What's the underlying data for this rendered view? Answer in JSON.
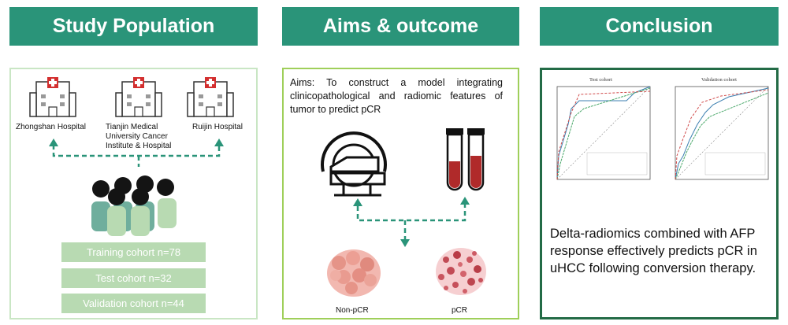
{
  "headers": {
    "study": "Study Population",
    "aims": "Aims & outcome",
    "conclusion": "Conclusion"
  },
  "hospitals": [
    {
      "name": "Zhongshan Hospital"
    },
    {
      "name": "Tianjin Medical University Cancer Institute & Hospital"
    },
    {
      "name": "Ruijin Hospital"
    }
  ],
  "cohorts": [
    {
      "label": "Training cohort n=78"
    },
    {
      "label": "Test cohort n=32"
    },
    {
      "label": "Validation cohort n=44"
    }
  ],
  "aims": {
    "text": "Aims: To construct a model integrating clinicopathological and radiomic features of tumor to predict pCR",
    "non_pcr_label": "Non-pCR",
    "pcr_label": "pCR"
  },
  "conclusion": {
    "plots": [
      {
        "title": "Test cohort"
      },
      {
        "title": "Validation cohort"
      }
    ],
    "text": "Delta-radiomics combined with AFP response effectively predicts pCR in uHCC following conversion therapy."
  },
  "colors": {
    "accent": "#2a9479",
    "panel_border_light": "#c9e6c4",
    "panel_border_mid": "#9fcf5a",
    "panel_border_dark": "#236b46",
    "cohort_fill": "#b8dab2",
    "blood": "#b02a2a"
  }
}
